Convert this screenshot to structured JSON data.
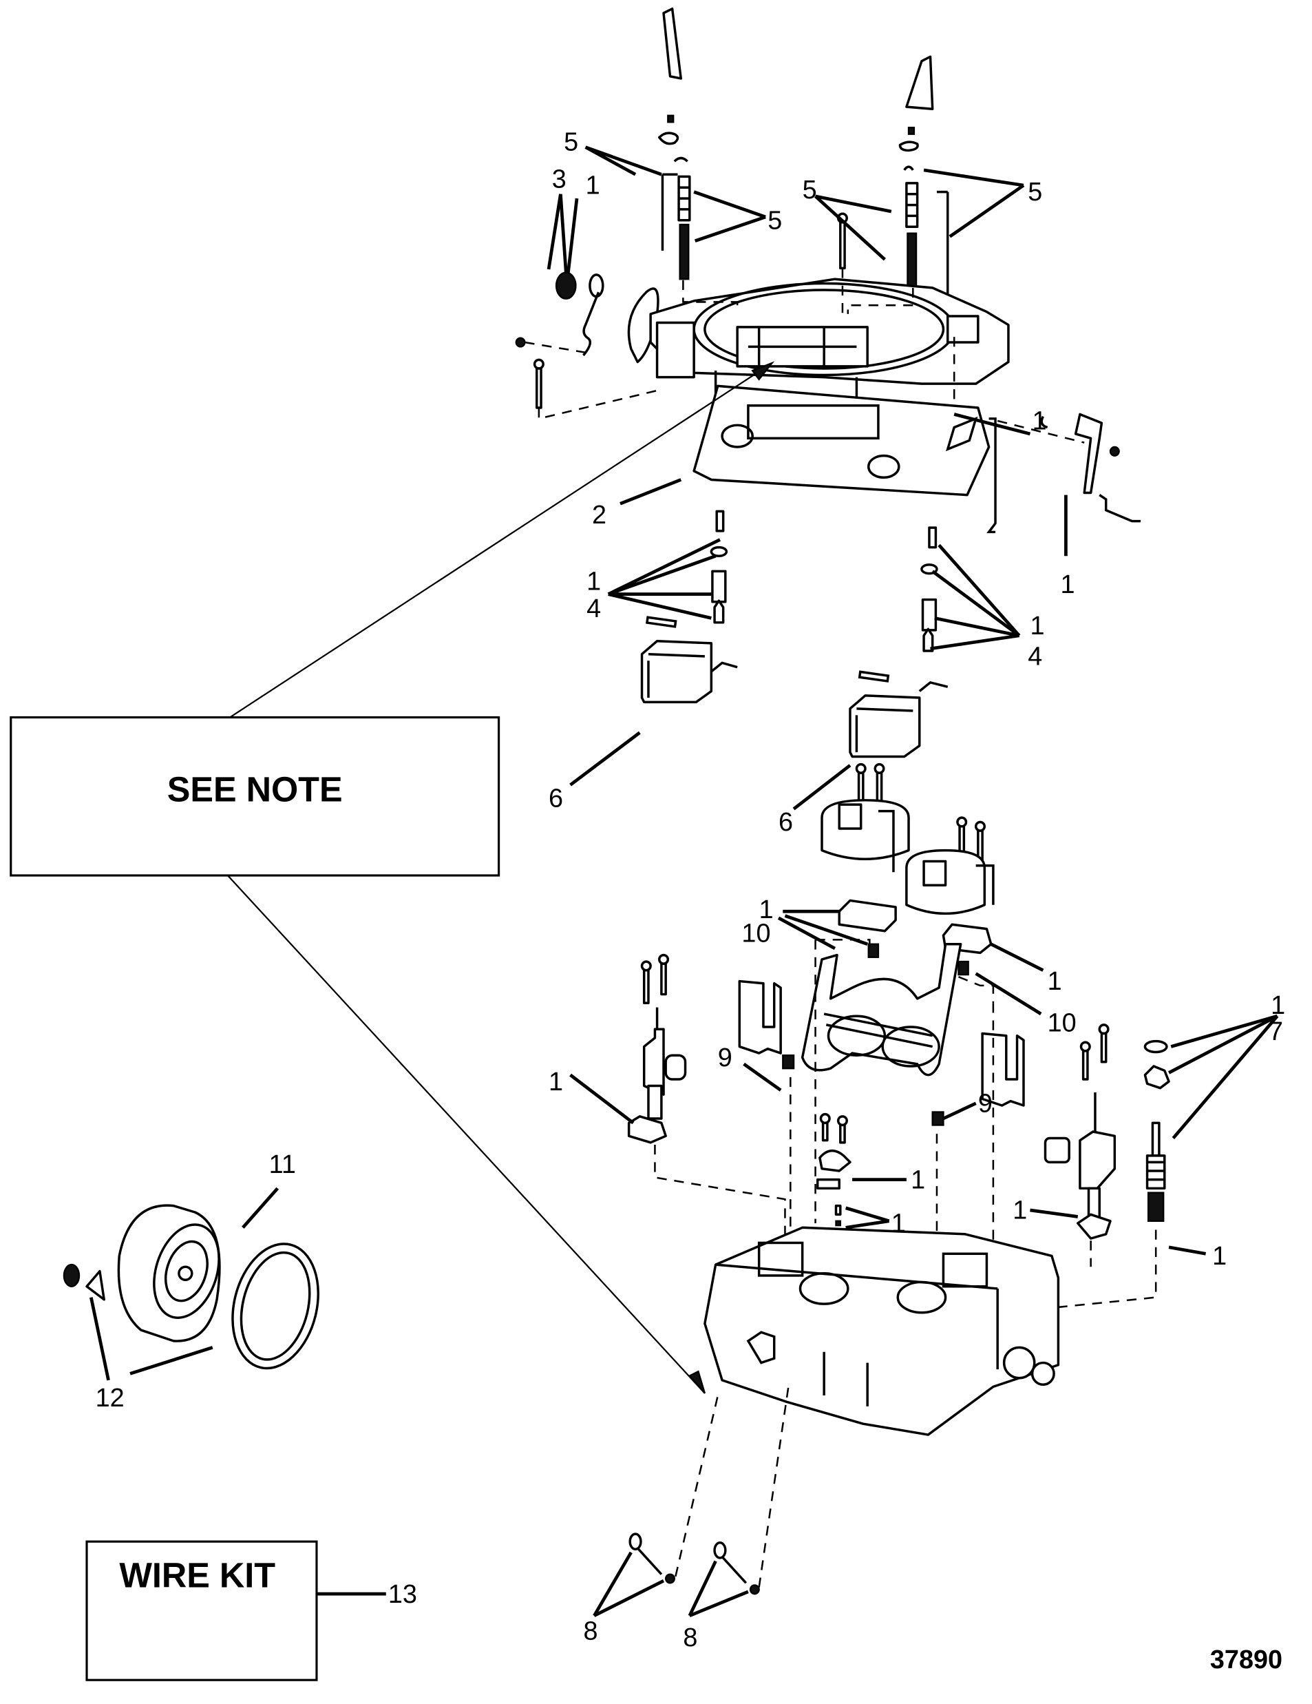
{
  "figure": {
    "figure_number": "37890",
    "title": "Carburetor exploded view"
  },
  "callout_boxes": {
    "see_note": "SEE NOTE",
    "wire_kit": "WIRE KIT"
  },
  "labels": [
    {
      "id": "l5a",
      "text": "5"
    },
    {
      "id": "l3",
      "text": "3"
    },
    {
      "id": "l1a",
      "text": "1"
    },
    {
      "id": "l5b",
      "text": "5"
    },
    {
      "id": "l5c",
      "text": "5"
    },
    {
      "id": "l5d",
      "text": "5"
    },
    {
      "id": "l1b",
      "text": "1"
    },
    {
      "id": "l2",
      "text": "2"
    },
    {
      "id": "l1c",
      "text": "1"
    },
    {
      "id": "l1d",
      "text": "1"
    },
    {
      "id": "l4a",
      "text": "4"
    },
    {
      "id": "l1e",
      "text": "1"
    },
    {
      "id": "l4b",
      "text": "4"
    },
    {
      "id": "l6a",
      "text": "6"
    },
    {
      "id": "l6b",
      "text": "6"
    },
    {
      "id": "l1f",
      "text": "1"
    },
    {
      "id": "l10a",
      "text": "10"
    },
    {
      "id": "l1g",
      "text": "1"
    },
    {
      "id": "l10b",
      "text": "10"
    },
    {
      "id": "l1h",
      "text": "1"
    },
    {
      "id": "l7",
      "text": "7"
    },
    {
      "id": "l9a",
      "text": "9"
    },
    {
      "id": "l9b",
      "text": "9"
    },
    {
      "id": "l1i",
      "text": "1"
    },
    {
      "id": "l1j",
      "text": "1"
    },
    {
      "id": "l1k",
      "text": "1"
    },
    {
      "id": "l1l",
      "text": "1"
    },
    {
      "id": "l1m",
      "text": "1"
    },
    {
      "id": "l11",
      "text": "11"
    },
    {
      "id": "l12",
      "text": "12"
    },
    {
      "id": "l13",
      "text": "13"
    },
    {
      "id": "l8a",
      "text": "8"
    },
    {
      "id": "l8b",
      "text": "8"
    }
  ]
}
